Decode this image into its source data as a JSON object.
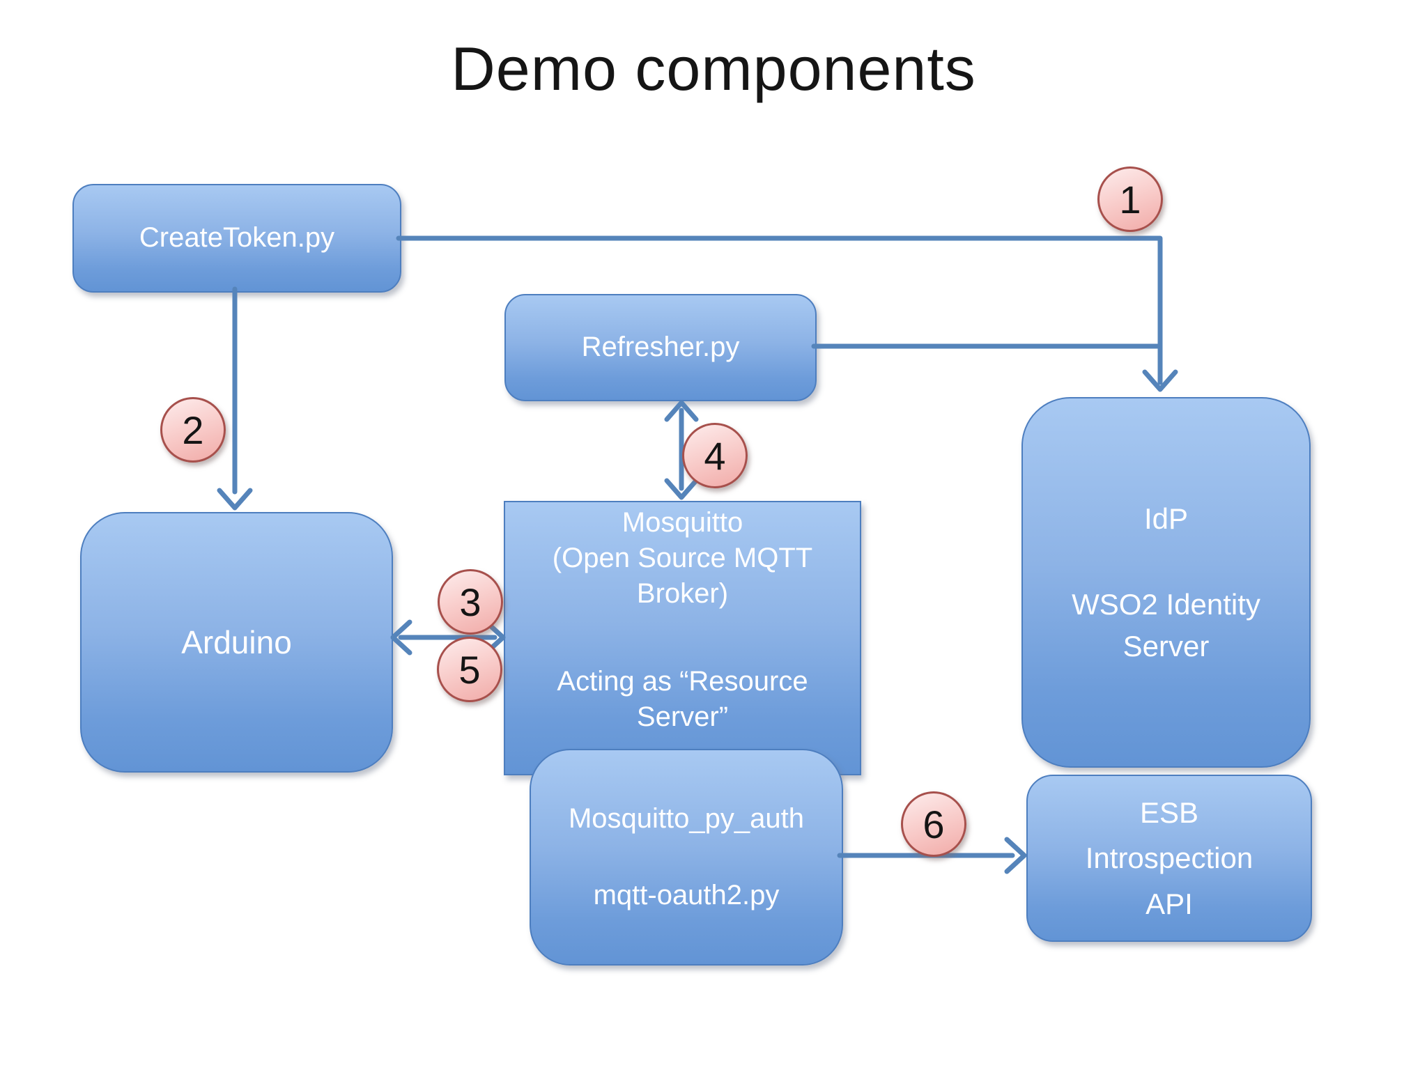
{
  "slide": {
    "title": "Demo components"
  },
  "boxes": {
    "createtoken": {
      "label": "CreateToken.py"
    },
    "refresher": {
      "label": "Refresher.py"
    },
    "arduino": {
      "label": "Arduino"
    },
    "mosquitto": {
      "line1": "Mosquitto",
      "line2": "(Open Source MQTT Broker)",
      "line3": "Acting as “Resource Server”"
    },
    "idp": {
      "line1": "IdP",
      "line2": "WSO2 Identity Server"
    },
    "mosquitto_py_auth": {
      "line1": "Mosquitto_py_auth",
      "line2": "mqtt-oauth2.py"
    },
    "esb": {
      "line1": "ESB",
      "line2": "Introspection",
      "line3": "API"
    }
  },
  "steps": {
    "s1": "1",
    "s2": "2",
    "s3": "3",
    "s4": "4",
    "s5": "5",
    "s6": "6"
  },
  "connectors": [
    {
      "from": "CreateToken.py",
      "to": "IdP",
      "step": "1"
    },
    {
      "from": "CreateToken.py",
      "to": "Arduino",
      "step": "2"
    },
    {
      "from": "Arduino",
      "to": "Mosquitto",
      "step": "3 / 5",
      "bidirectional": true
    },
    {
      "from": "Refresher.py",
      "to": "Mosquitto",
      "step": "4",
      "bidirectional": true
    },
    {
      "from": "Refresher.py",
      "to": "IdP",
      "step": ""
    },
    {
      "from": "Mosquitto_py_auth",
      "to": "ESB Introspection API",
      "step": "6"
    }
  ],
  "colors": {
    "node_fill_top": "#a8c9f2",
    "node_fill_bottom": "#6294d5",
    "node_border": "#4d7ebf",
    "connector": "#5584ba",
    "step_fill_top": "#fdecec",
    "step_fill_bottom": "#f1aba8",
    "step_border": "#a7504c",
    "title_color": "#151515",
    "background": "#ffffff"
  }
}
